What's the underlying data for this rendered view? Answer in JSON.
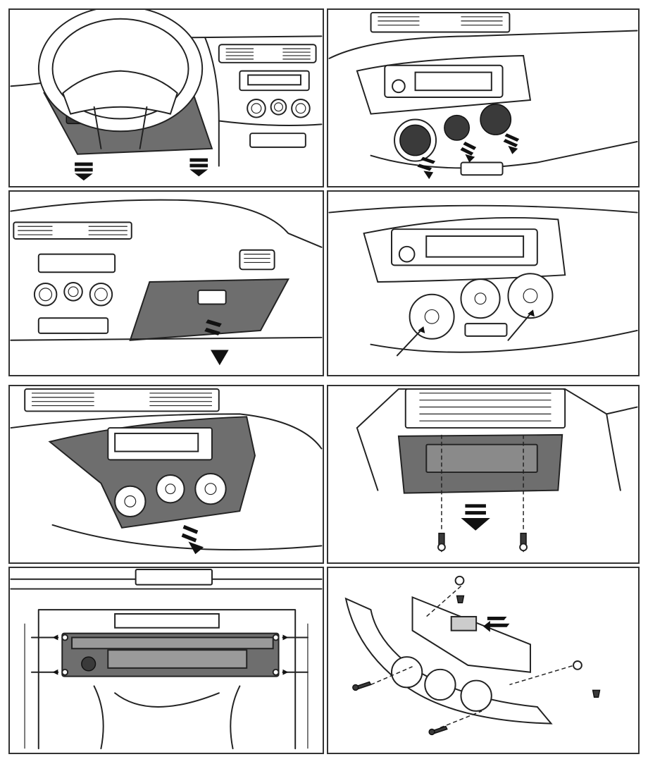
{
  "figure": {
    "panels": [
      {
        "id": "step-1",
        "row": 1,
        "col": 1,
        "subject": "lower-dash-cover-removal"
      },
      {
        "id": "step-2",
        "row": 1,
        "col": 2,
        "subject": "climate-control-knobs-removal"
      },
      {
        "id": "step-3",
        "row": 2,
        "col": 1,
        "subject": "glove-box-removal"
      },
      {
        "id": "step-4",
        "row": 2,
        "col": 2,
        "subject": "knob-screws-removal"
      },
      {
        "id": "step-5",
        "row": 3,
        "col": 1,
        "subject": "center-bezel-removal"
      },
      {
        "id": "step-6",
        "row": 3,
        "col": 2,
        "subject": "lower-panel-screws-removal"
      },
      {
        "id": "step-7",
        "row": 4,
        "col": 1,
        "subject": "radio-mounting-screws"
      },
      {
        "id": "step-8",
        "row": 4,
        "col": 2,
        "subject": "bezel-exploded-view"
      }
    ],
    "colors": {
      "line": "#222222",
      "shade": "#6e6e6e",
      "dark": "#3a3a3a",
      "background": "#ffffff"
    }
  }
}
